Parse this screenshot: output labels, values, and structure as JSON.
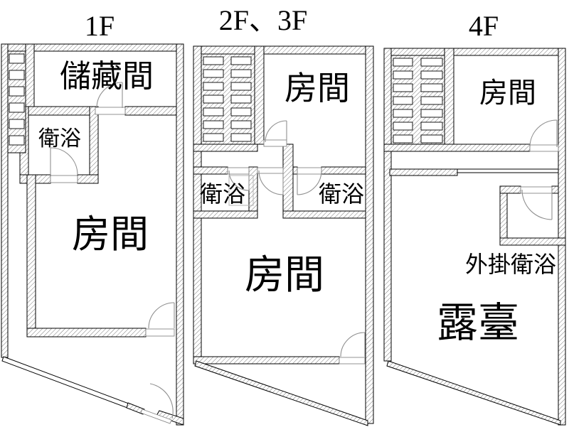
{
  "figure": {
    "type": "building-floor-plans",
    "background": "#ffffff",
    "wall_line_color": "#000000",
    "hatch_color": "#555555",
    "door_arc_color": "#8f8f8f",
    "text_color": "#000000"
  },
  "floors": [
    {
      "title": "1F",
      "rooms": [
        {
          "name": "storage",
          "label": "儲藏間"
        },
        {
          "name": "bathroom",
          "label": "衛浴"
        },
        {
          "name": "room",
          "label": "房間"
        }
      ]
    },
    {
      "title": "2F、3F",
      "rooms": [
        {
          "name": "room-upper",
          "label": "房間"
        },
        {
          "name": "bathroom-left",
          "label": "衛浴"
        },
        {
          "name": "bathroom-right",
          "label": "衛浴"
        },
        {
          "name": "room-main",
          "label": "房間"
        }
      ]
    },
    {
      "title": "4F",
      "rooms": [
        {
          "name": "room",
          "label": "房間"
        },
        {
          "name": "external-bathroom",
          "label": "外掛衛浴"
        },
        {
          "name": "terrace",
          "label": "露臺"
        }
      ]
    }
  ]
}
